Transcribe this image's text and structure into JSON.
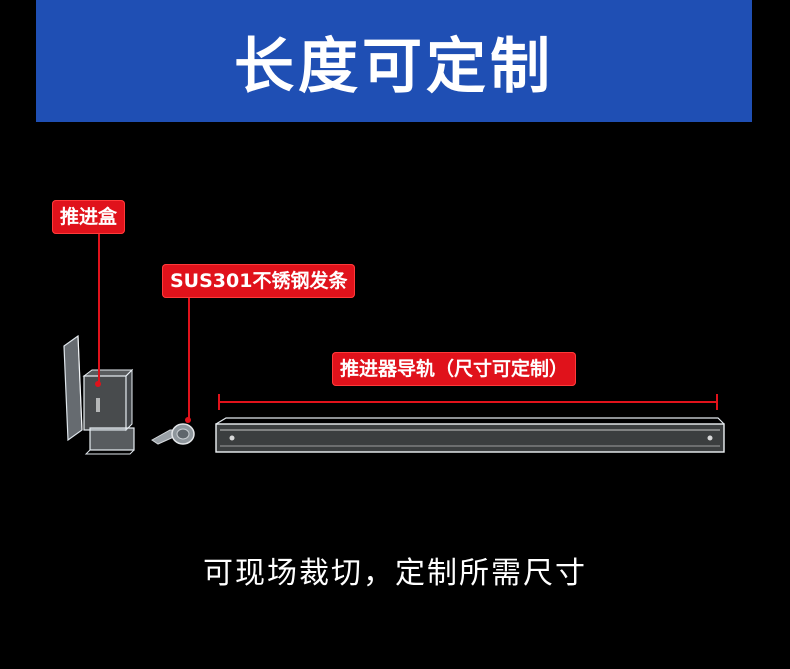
{
  "banner": {
    "title": "长度可定制",
    "color": "#1f4fb4"
  },
  "labels": {
    "pusher_box": "推进盒",
    "spring": "SUS301不锈钢发条",
    "rail": "推进器导轨（尺寸可定制）"
  },
  "caption": "可现场裁切，定制所需尺寸",
  "colors": {
    "background": "#000000",
    "tag": "#e0121b",
    "text": "#ffffff"
  }
}
